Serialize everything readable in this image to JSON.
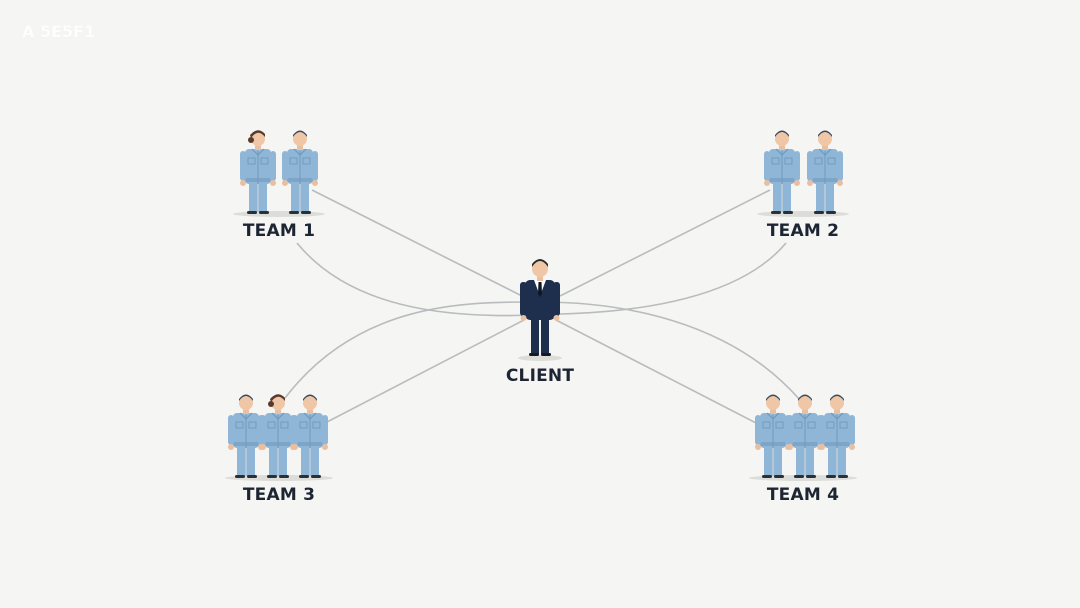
{
  "watermark": "A 5E5F1",
  "colors": {
    "background": "#f5f5f3",
    "connector": "#b9bcbf",
    "worker_uniform": "#8fb6d6",
    "worker_uniform_shade": "#6f99bd",
    "client_suit": "#1e2f4d",
    "label_text": "#1d2533"
  },
  "client": {
    "label": "CLIENT"
  },
  "teams": [
    {
      "label": "TEAM 1",
      "members": [
        "worker-female",
        "worker-male"
      ]
    },
    {
      "label": "TEAM 2",
      "members": [
        "worker-male",
        "worker-male"
      ]
    },
    {
      "label": "TEAM 3",
      "members": [
        "worker-male",
        "worker-female",
        "worker-male"
      ]
    },
    {
      "label": "TEAM 4",
      "members": [
        "worker-male",
        "worker-male",
        "worker-male"
      ]
    }
  ]
}
